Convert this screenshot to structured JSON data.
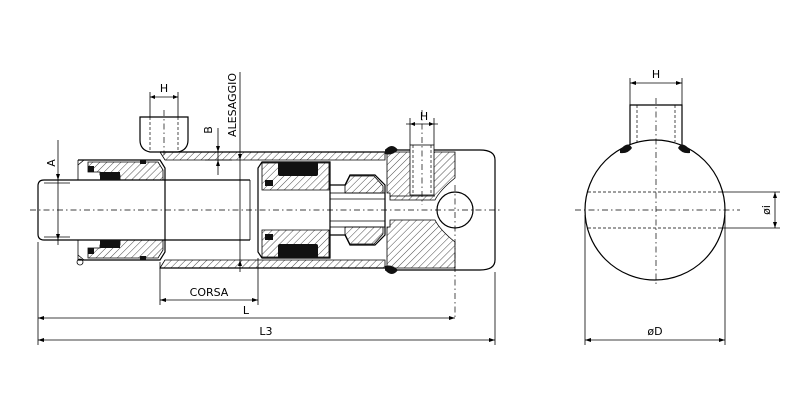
{
  "labels": {
    "h_left": "H",
    "h_mid": "H",
    "h_right": "H",
    "b": "B",
    "alesaggio": "ALESAGGIO",
    "a": "A",
    "corsa": "CORSA",
    "l": "L",
    "l3": "L3",
    "od": "øD",
    "oi": "øi"
  },
  "colors": {
    "line": "#000000",
    "hatch": "#000000",
    "seal": "#111111"
  }
}
